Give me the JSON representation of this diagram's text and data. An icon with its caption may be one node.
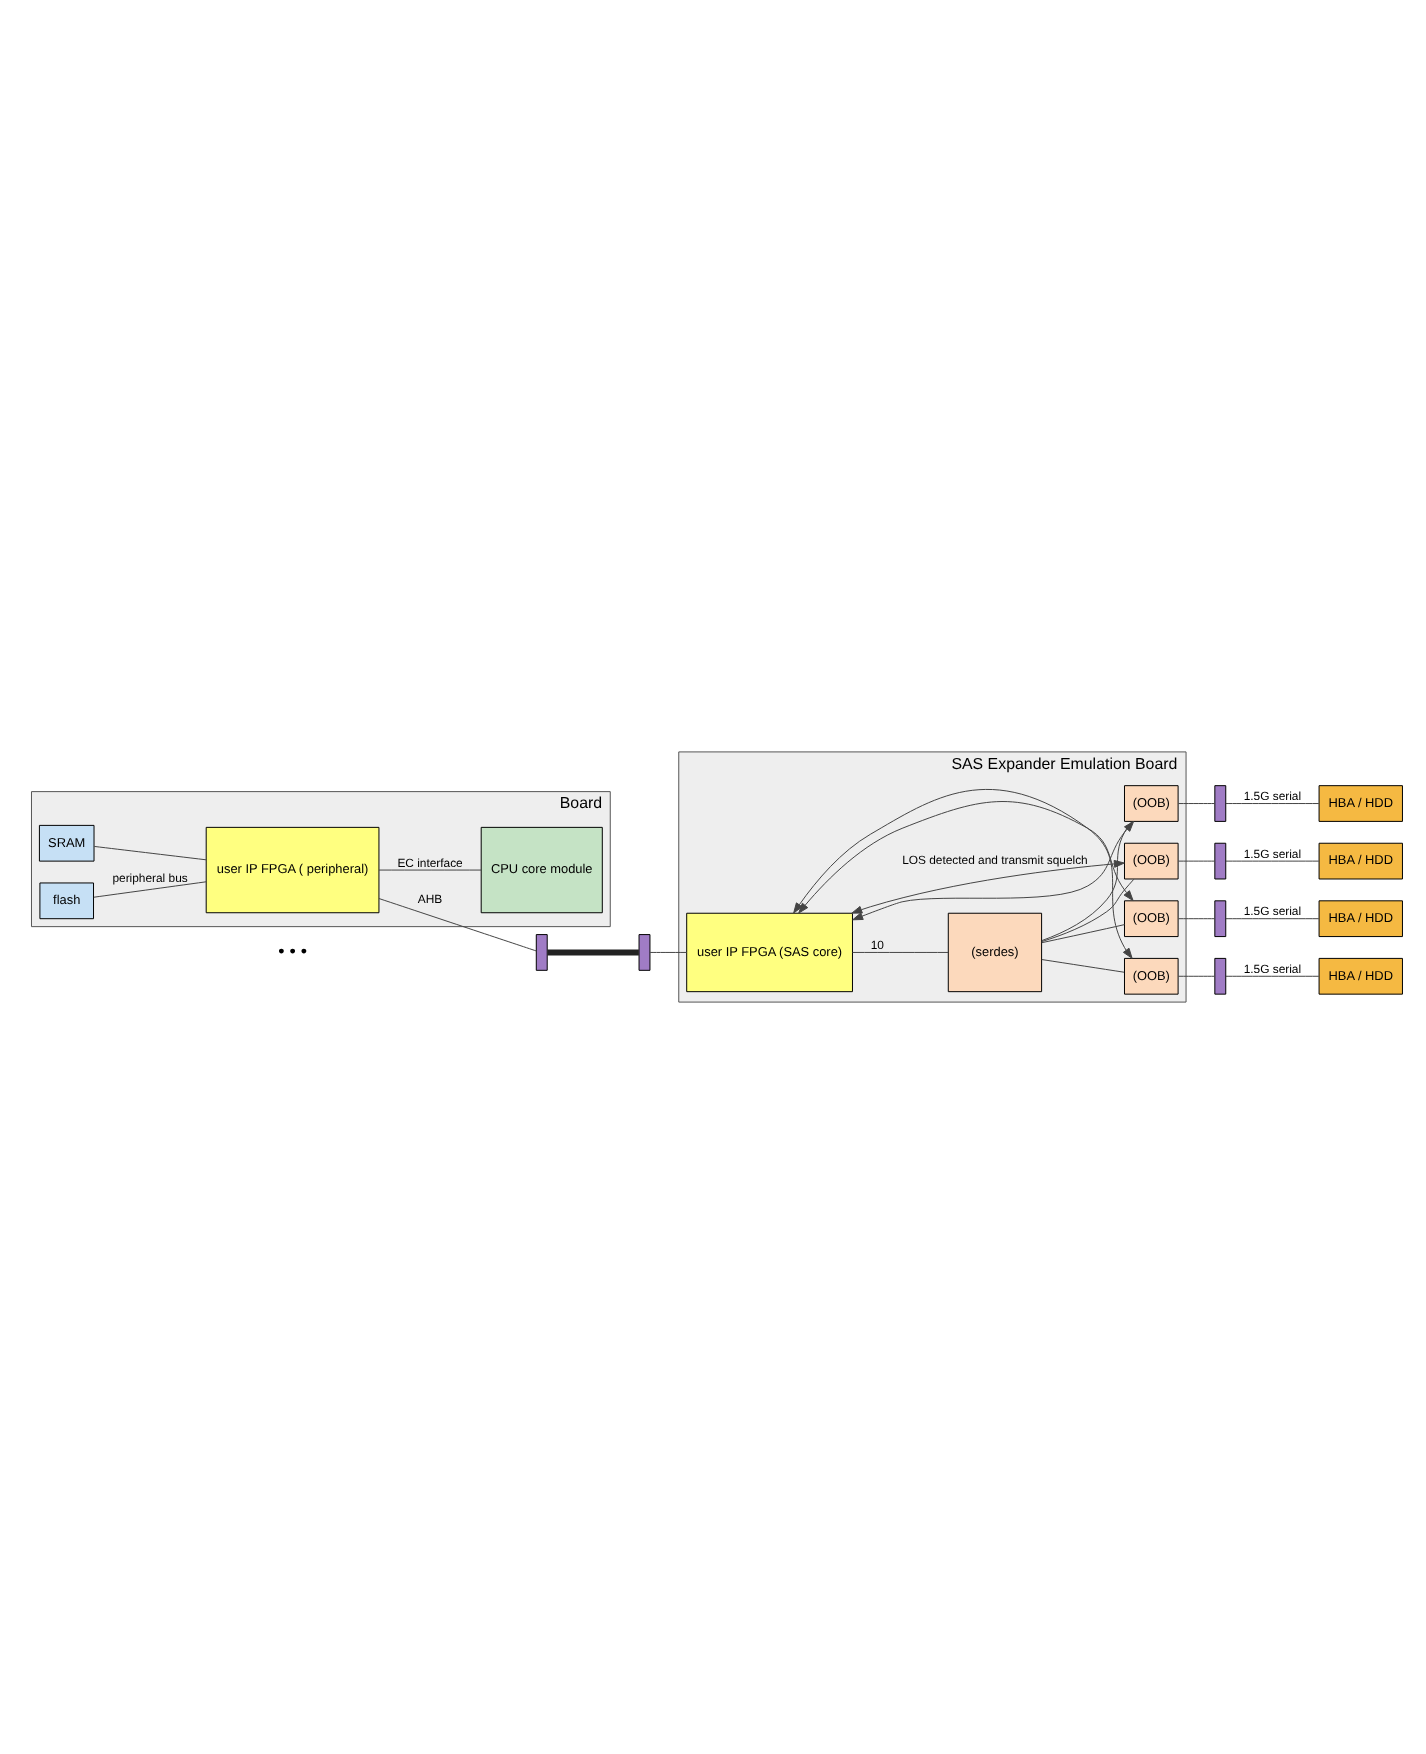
{
  "diagram": {
    "nodes": [
      {
        "text": [
          "Board"
        ]
      },
      {
        "text": [
          "SRAM"
        ],
        "in": 0
      },
      {
        "text": [
          "flash"
        ],
        "in": 0
      },
      {
        "text": [
          "user IP FPGA ( peripheral)"
        ],
        "in": 0
      },
      {
        "text": [
          "CPU core module"
        ],
        "in": 0
      },
      {
        "text": [],
        "shape": "bar"
      },
      {
        "text": [],
        "shape": "bar"
      },
      {
        "text": [
          "SAS Expander Emulation Board"
        ]
      },
      {
        "text": [
          "user IP FPGA (SAS core)"
        ],
        "in": 7
      },
      {
        "text": [
          "(serdes)"
        ],
        "in": 7
      },
      {
        "text": [
          "(OOB)"
        ],
        "in": 7
      },
      {
        "text": [
          "(OOB)"
        ],
        "in": 7
      },
      {
        "text": [
          "(OOB)"
        ],
        "in": 7
      },
      {
        "text": [
          "(OOB)"
        ],
        "in": 7
      },
      {
        "text": [],
        "shape": "bar"
      },
      {
        "text": [],
        "shape": "bar"
      },
      {
        "text": [],
        "shape": "bar"
      },
      {
        "text": [],
        "shape": "bar"
      },
      {
        "text": [
          "HBA / HDD"
        ]
      },
      {
        "text": [
          "HBA / HDD"
        ]
      },
      {
        "text": [
          "HBA / HDD"
        ]
      },
      {
        "text": [
          "HBA / HDD"
        ]
      }
    ],
    "edges": [
      {
        "from": 1,
        "to": 3,
        "arrow": "none"
      },
      {
        "from": 2,
        "to": 3,
        "arrow": "none",
        "label": "peripheral bus"
      },
      {
        "from": 3,
        "to": 4,
        "arrow": "none",
        "label": "EC interface"
      },
      {
        "from": 3,
        "to": 5,
        "arrow": "none",
        "label": "AHB"
      },
      {
        "from": 5,
        "to": 6,
        "arrow": "none",
        "style": "thick"
      },
      {
        "from": 6,
        "to": 8,
        "arrow": "none"
      },
      {
        "from": 8,
        "to": 9,
        "arrow": "none",
        "label": "10"
      },
      {
        "from": 9,
        "to": 10,
        "arrow": "none"
      },
      {
        "from": 9,
        "to": 11,
        "arrow": "none"
      },
      {
        "from": 9,
        "to": 12,
        "arrow": "none"
      },
      {
        "from": 9,
        "to": 13,
        "arrow": "none"
      },
      {
        "from": 10,
        "to": 8,
        "arrow": "both"
      },
      {
        "from": 11,
        "to": 8,
        "arrow": "both",
        "label": "LOS detected and transmit squelch"
      },
      {
        "from": 12,
        "to": 8,
        "arrow": "both"
      },
      {
        "from": 13,
        "to": 8,
        "arrow": "both"
      },
      {
        "from": 10,
        "to": 14,
        "arrow": "none"
      },
      {
        "from": 11,
        "to": 15,
        "arrow": "none"
      },
      {
        "from": 12,
        "to": 16,
        "arrow": "none"
      },
      {
        "from": 13,
        "to": 17,
        "arrow": "none"
      },
      {
        "from": 14,
        "to": 18,
        "arrow": "none",
        "label": "1.5G serial"
      },
      {
        "from": 15,
        "to": 19,
        "arrow": "none",
        "label": "1.5G serial"
      },
      {
        "from": 16,
        "to": 20,
        "arrow": "none",
        "label": "1.5G serial"
      },
      {
        "from": 17,
        "to": 21,
        "arrow": "none",
        "label": "1.5G serial"
      }
    ],
    "labels": [
      "• • •"
    ]
  }
}
